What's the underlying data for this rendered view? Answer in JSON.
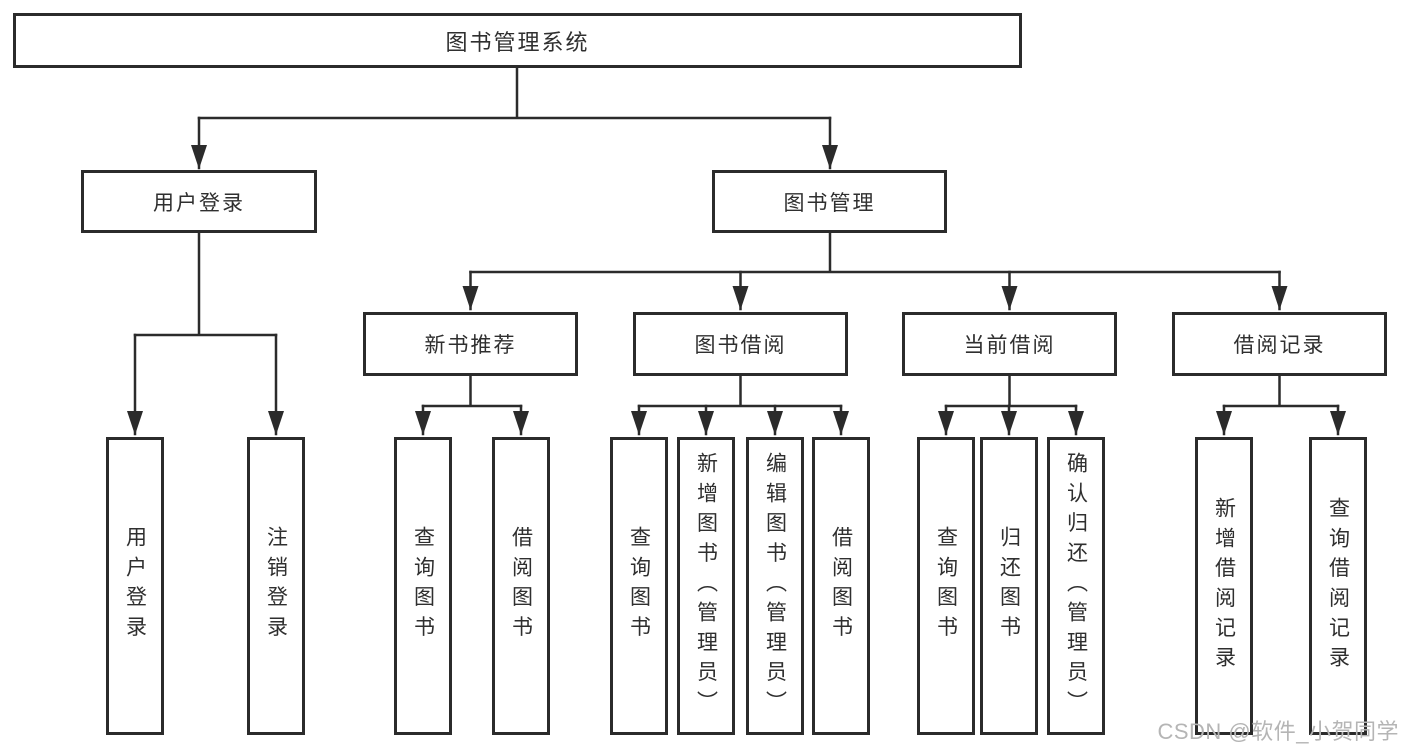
{
  "diagram_title": "图书管理系统",
  "tree": {
    "root": {
      "label": "图书管理系统"
    },
    "branches": [
      {
        "label": "用户登录",
        "children": [
          {
            "label": "用户登录"
          },
          {
            "label": "注销登录"
          }
        ]
      },
      {
        "label": "图书管理",
        "groups": [
          {
            "label": "新书推荐",
            "children": [
              {
                "label": "查询图书"
              },
              {
                "label": "借阅图书"
              }
            ]
          },
          {
            "label": "图书借阅",
            "children": [
              {
                "label": "查询图书"
              },
              {
                "label": "新增图书（管理员）"
              },
              {
                "label": "编辑图书（管理员）"
              },
              {
                "label": "借阅图书"
              }
            ]
          },
          {
            "label": "当前借阅",
            "children": [
              {
                "label": "查询图书"
              },
              {
                "label": "归还图书"
              },
              {
                "label": "确认归还（管理员）"
              }
            ]
          },
          {
            "label": "借阅记录",
            "children": [
              {
                "label": "新增借阅记录"
              },
              {
                "label": "查询借阅记录"
              }
            ]
          }
        ]
      }
    ]
  },
  "watermark": "CSDN @软件_小贺同学",
  "colors": {
    "line": "#2b2b2b",
    "box_border": "#2b2b2b",
    "text": "#2f2f2f",
    "background": "#ffffff",
    "watermark": "#b5b5b5"
  }
}
